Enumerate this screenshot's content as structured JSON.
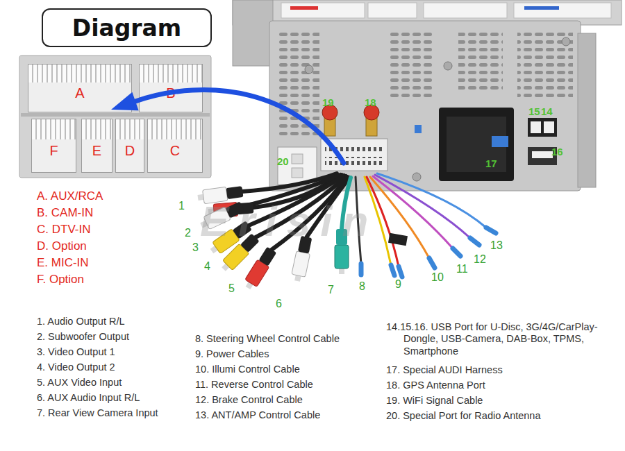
{
  "diagram": {
    "title": "Diagram",
    "nodes": [
      {
        "text": [
          "A"
        ]
      },
      {
        "text": [
          "B"
        ]
      },
      {
        "text": [
          "F"
        ]
      },
      {
        "text": [
          "E"
        ]
      },
      {
        "text": [
          "D"
        ]
      },
      {
        "text": [
          "C"
        ]
      }
    ],
    "labels": [
      "A. AUX/RCA",
      "B. CAM-IN",
      "C. DTV-IN",
      "D. Option",
      "E. MIC-IN",
      "F. Option",
      "1",
      "2",
      "3",
      "4",
      "5",
      "6",
      "7",
      "8",
      "9",
      "10",
      "11",
      "12",
      "13",
      "19",
      "18",
      "15",
      "14",
      "16",
      "17",
      "20",
      "Erisin",
      "1. Audio Output R/L",
      "2. Subwoofer Output",
      "3. Video Output 1",
      "4. Video Output 2",
      "5. AUX Video Input",
      "6. AUX Audio Input R/L",
      "7. Rear View Camera Input",
      "8. Steering Wheel Control Cable",
      "9. Power Cables",
      "10. Illumi Control Cable",
      "11. Reverse Control Cable",
      "12. Brake Control Cable",
      "13. ANT/AMP Control Cable",
      "14.15.16. USB Port for U-Disc, 3G/4G/CarPlay-Dongle, USB-Camera, DAB-Box, TPMS, Smartphone",
      "17. Special AUDI Harness",
      "18. GPS Antenna Port",
      "19. WiFi Signal Cable",
      "20. Special Port for Radio Antenna"
    ]
  }
}
